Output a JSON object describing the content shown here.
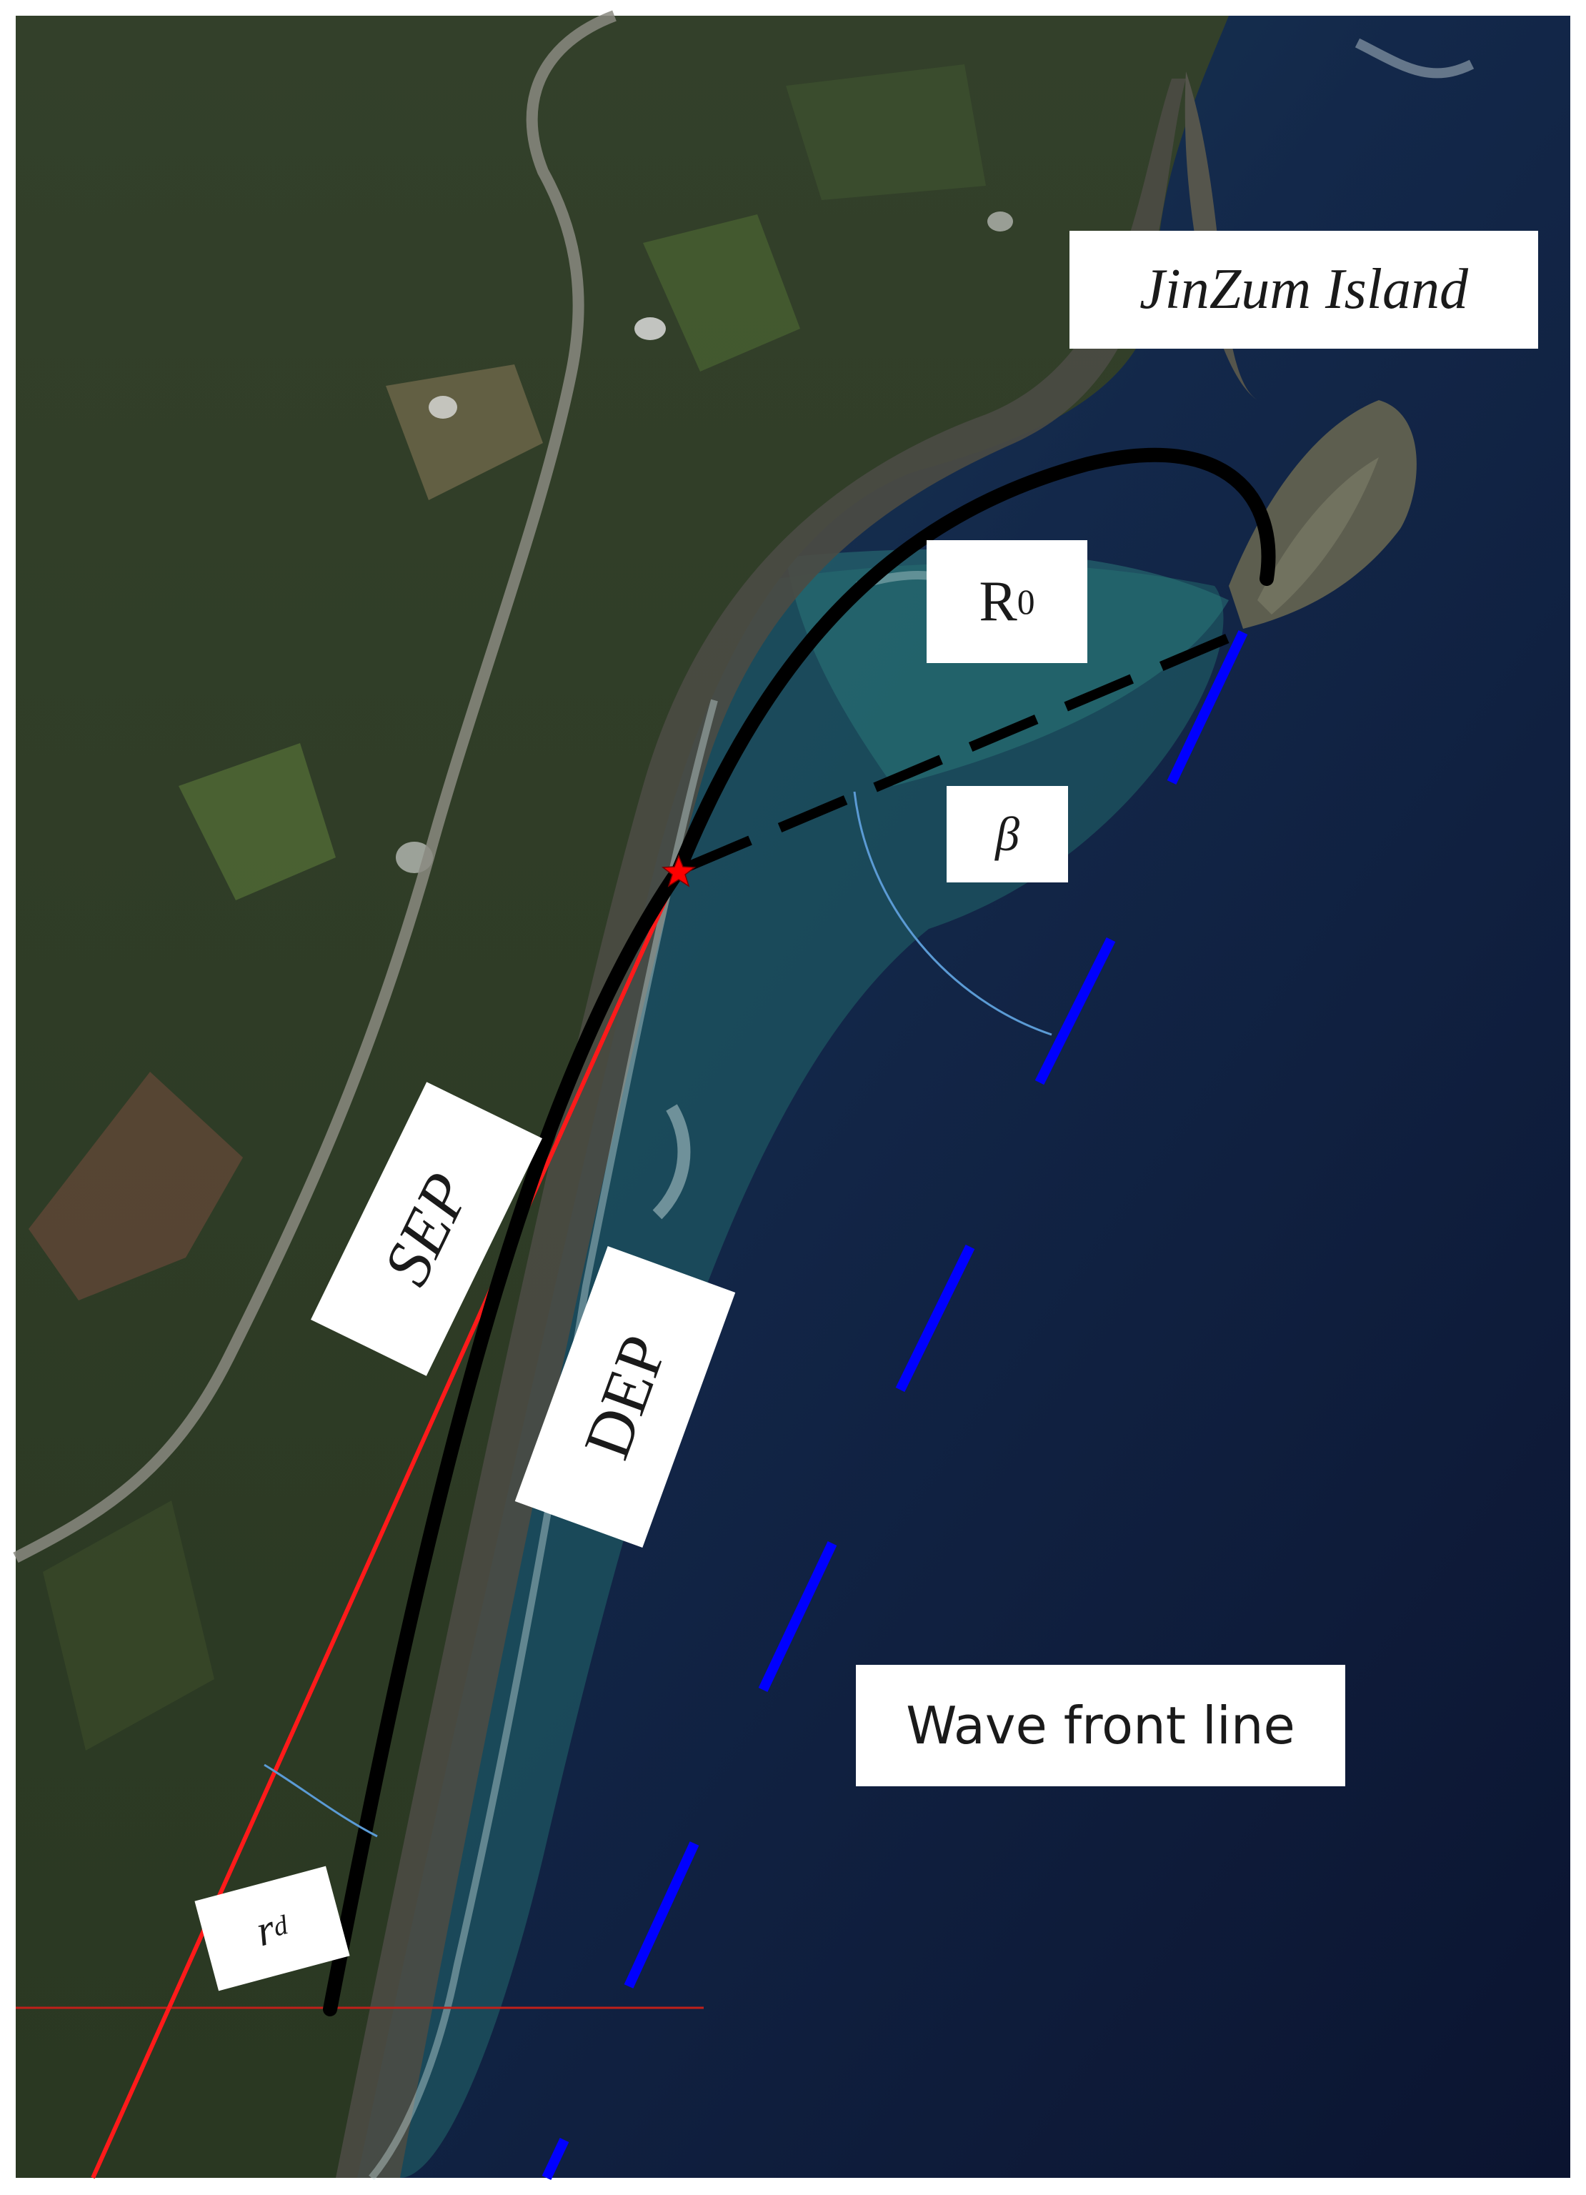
{
  "labels": {
    "island": "JinZum Island",
    "r0_main": "R",
    "r0_sub": "0",
    "beta": "β",
    "sep": "SEP",
    "dep": "DEP",
    "wave_front": "Wave front line",
    "rd_main": "r",
    "rd_sub": "d"
  },
  "colors": {
    "sea_deep": "#0d1730",
    "sea_mid": "#16334d",
    "sea_shallow": "#2d6f74",
    "land": "#2f3b24",
    "beach": "#4a4a42",
    "sep_line": "#ff1a1a",
    "dep_curve": "#000000",
    "wave_front": "#0000ff",
    "angle_arc": "#5b9bd5",
    "reference_line": "#c0201a",
    "diffraction_point": "#ff0000"
  }
}
